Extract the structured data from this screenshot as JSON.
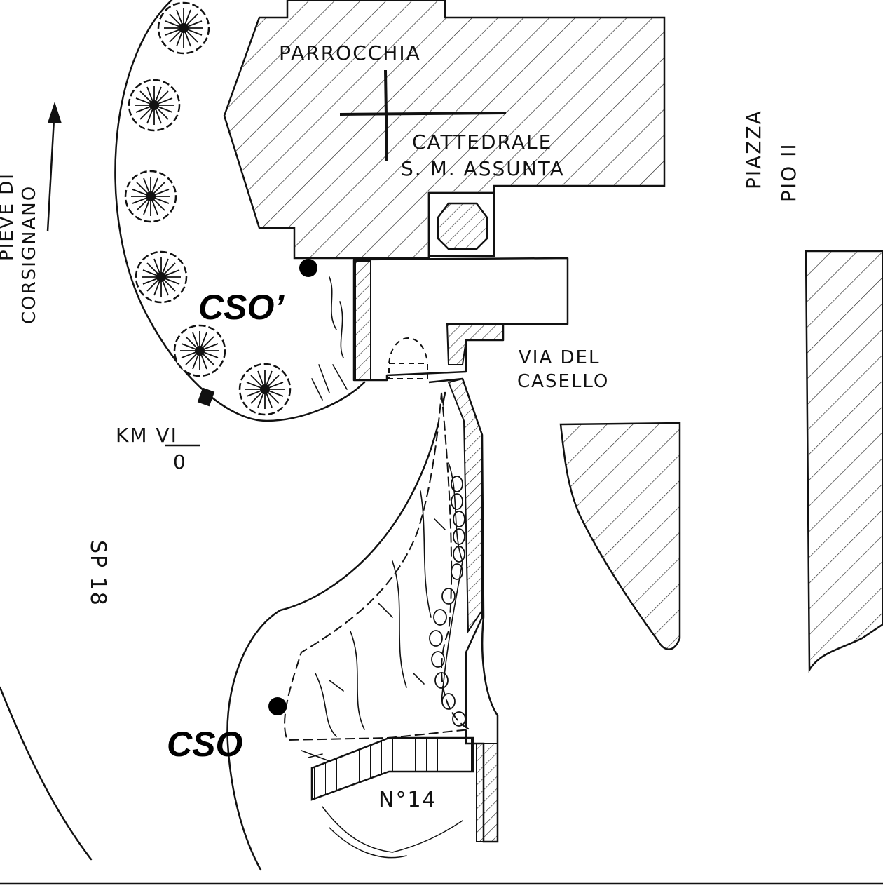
{
  "labels": {
    "parrocchia": "PARROCCHIA",
    "cattedrale_1": "CATTEDRALE",
    "cattedrale_2": "S. M. ASSUNTA",
    "piazza_1": "PIAZZA",
    "piazza_2": "PIO II",
    "pieve_1": "PIEVE DI",
    "pieve_2": "CORSIGNANO",
    "via_1": "VIA DEL",
    "via_2": "CASELLO",
    "km_top": "KM VI",
    "km_bottom": "0",
    "sp": "SP 18",
    "numero": "N°14"
  },
  "markers": {
    "cso_prime": "CSO’",
    "cso": "CSO"
  },
  "colors": {
    "ink": "#111111",
    "paper": "#ffffff"
  },
  "icons": {
    "north_arrow": "arrow-up-icon",
    "cross": "cross-icon",
    "tree": "tree-icon"
  }
}
